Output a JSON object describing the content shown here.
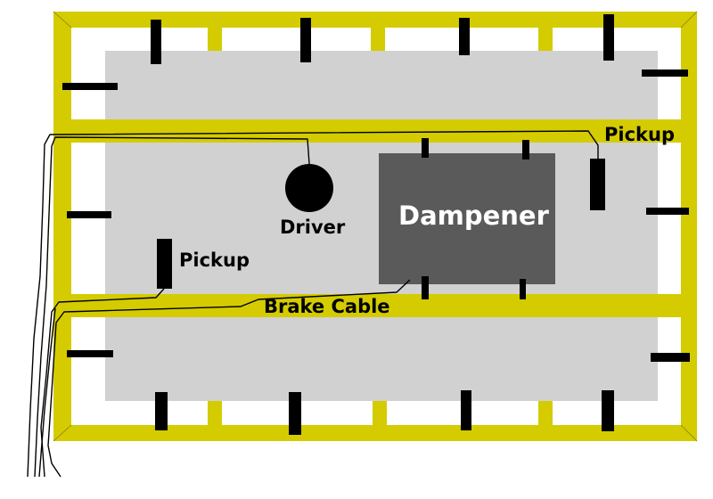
{
  "labels": {
    "pickup_right": "Pickup",
    "pickup_left": "Pickup",
    "driver": "Driver",
    "dampener": "Dampener",
    "brake_cable": "Brake Cable"
  },
  "colors": {
    "frame": "#d4cc00",
    "frame_edge": "#7a7300",
    "panel": "#d1d1d1",
    "dampener": "#5a5a5a",
    "mount": "#000000",
    "wire": "#000000",
    "dampener_text": "#ffffff",
    "label_text": "#000000"
  }
}
